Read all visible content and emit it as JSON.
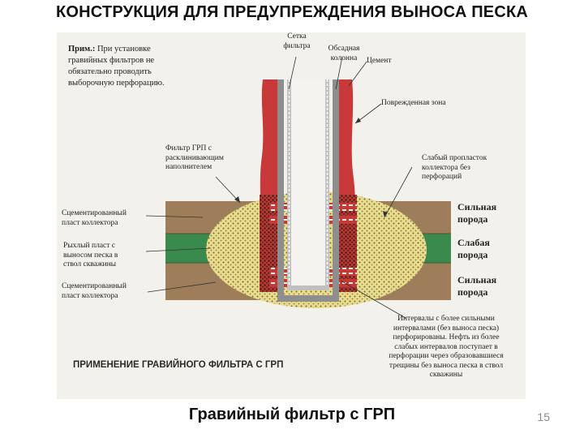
{
  "slide": {
    "title": "КОНСТРУКЦИЯ ДЛЯ ПРЕДУПРЕЖДЕНИЯ ВЫНОСА ПЕСКА",
    "subtitle": "Гравийный фильтр с ГРП",
    "page_number": "15"
  },
  "figure": {
    "note": {
      "prefix": "Прим.:",
      "lines": [
        "При установке",
        "гравийных фильтров не",
        "обязательно проводить",
        "выборочную перфорацию."
      ]
    },
    "labels": {
      "screen": [
        "Сетка",
        "фильтра"
      ],
      "casing": [
        "Обсадная",
        "колонна"
      ],
      "cement": "Цемент",
      "damaged_zone": "Поврежденная зона",
      "frac_filter": [
        "Фильтр ГРП с",
        "расклинивающим",
        "наполнителем"
      ],
      "weak_layer": [
        "Слабый пропласток",
        "коллектора без",
        "перфораций"
      ],
      "cemented_top": [
        "Сцементированный",
        "пласт коллектора"
      ],
      "loose_layer": [
        "Рыхлый пласт с",
        "выносом песка в",
        "ствол скважины"
      ],
      "cemented_bottom": [
        "Сцементированный",
        "пласт коллектора"
      ],
      "intervals": [
        "Интервалы с более сильными",
        "интервалами (без выноса песка)",
        "перфорированы. Нефть из более",
        "слабых интервалов поступает в",
        "перфорации через образовавшиеся",
        "трещины без выноса песка в ствол",
        "скважины"
      ]
    },
    "rock": {
      "strong_top": [
        "Сильная",
        "порода"
      ],
      "weak": [
        "Слабая",
        "порода"
      ],
      "strong_bottom": [
        "Сильная",
        "порода"
      ]
    },
    "caption": "ПРИМЕНЕНИЕ ГРАВИЙНОГО ФИЛЬТРА С ГРП",
    "colors": {
      "formation": "#9e7e5a",
      "weak_formation": "#3a8a4e",
      "cement_red": "#c8393a",
      "frac_fill": "#e9dd8c",
      "casing_gray": "#8e8e8e",
      "screen_gray": "#b8b8b8",
      "background": "#f3f1ec"
    }
  }
}
